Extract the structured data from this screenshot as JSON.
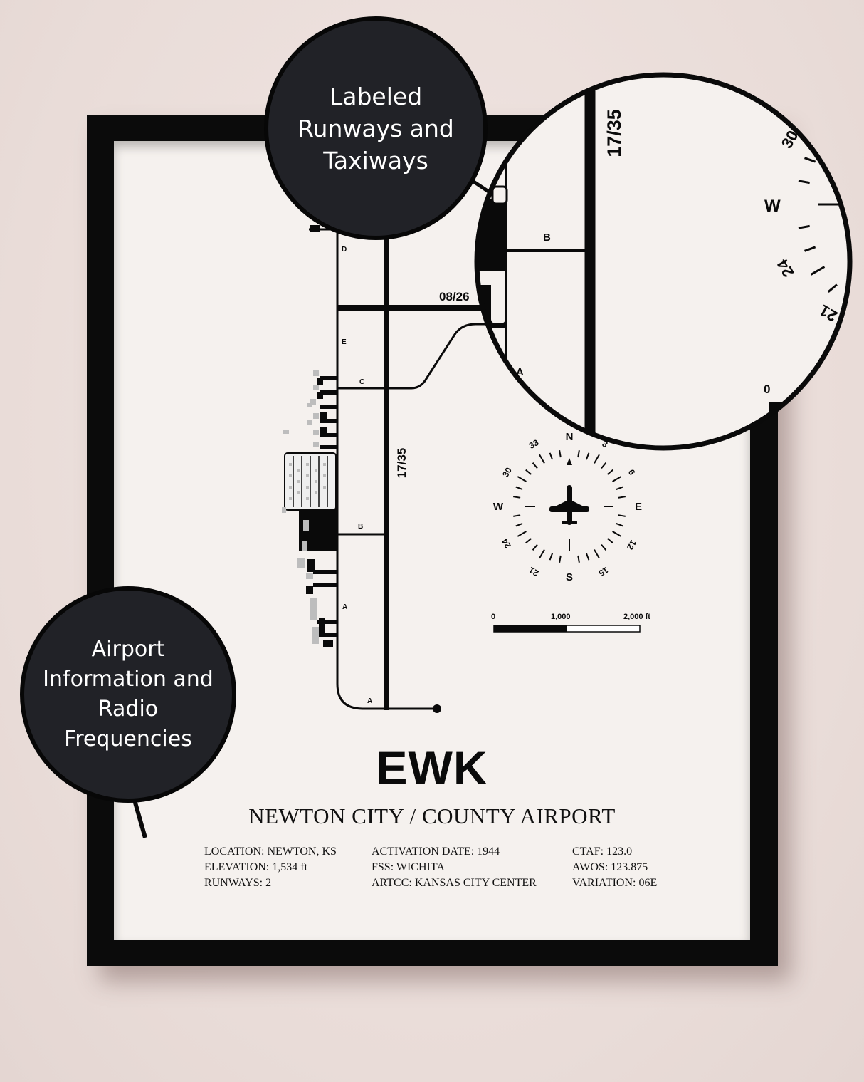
{
  "poster": {
    "code": "EWK",
    "name": "NEWTON CITY / COUNTY AIRPORT",
    "info_left": [
      "LOCATION: NEWTON, KS",
      "ELEVATION: 1,534 ft",
      "RUNWAYS: 2"
    ],
    "info_middle": [
      "ACTIVATION DATE: 1944",
      "FSS: WICHITA",
      "ARTCC: KANSAS CITY CENTER"
    ],
    "info_right": [
      "CTAF: 123.0",
      "AWOS: 123.875",
      "VARIATION: 06E"
    ]
  },
  "callouts": {
    "top": "Labeled Runways and Taxiways",
    "bottom": "Airport Information and Radio Frequencies"
  },
  "map_labels": {
    "runway_main": "17/35",
    "runway_cross": "08/26",
    "taxiway_a": "A",
    "taxiway_b": "B",
    "taxiway_c": "C",
    "taxiway_d": "D",
    "taxiway_e": "E"
  },
  "compass": {
    "n": "N",
    "e": "E",
    "s": "S",
    "w": "W",
    "d3": "3",
    "d6": "6",
    "d12": "12",
    "d15": "15",
    "d21": "21",
    "d24": "24",
    "d30": "30",
    "d33": "33"
  },
  "zoom": {
    "zero": "0",
    "w": "W",
    "d30": "30",
    "d24": "24",
    "d21": "21"
  },
  "scale": {
    "labels": [
      "0",
      "1,000",
      "2,000 ft"
    ]
  },
  "colors": {
    "wall": "#ecdfdc",
    "frame": "#0b0b0b",
    "paper": "#f5f1ee",
    "callout": "#212227",
    "ink": "#0a0a0a"
  }
}
